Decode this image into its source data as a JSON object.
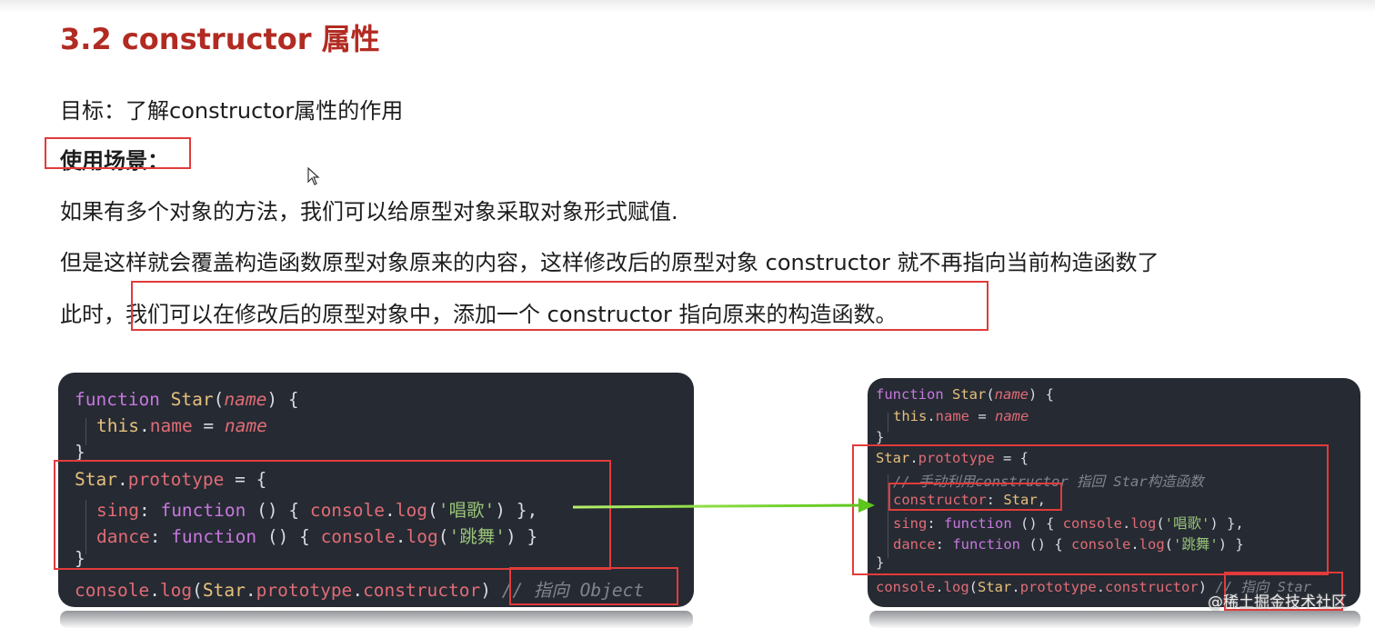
{
  "title": "3.2 constructor 属性",
  "goal": "目标：了解constructor属性的作用",
  "scene_label": "使用场景：",
  "para1": "如果有多个对象的方法，我们可以给原型对象采取对象形式赋值.",
  "para2": "但是这样就会覆盖构造函数原型对象原来的内容，这样修改后的原型对象 constructor  就不再指向当前构造函数了",
  "para3_prefix": "此时，",
  "para3_highlight": "我们可以在修改后的原型对象中，添加一个 constructor 指向原来的构造函数。",
  "code_left": {
    "l1_kw": "function",
    "l1_fn": "Star",
    "l1_param": "name",
    "l2_this": "this",
    "l2_prop": "name",
    "l2_val": "name",
    "l4_obj": "Star",
    "l4_prop": "prototype",
    "l5_key": "sing",
    "l5_kw": "function",
    "l5_console": "console",
    "l5_log": "log",
    "l5_str": "'唱歌'",
    "l6_key": "dance",
    "l6_kw": "function",
    "l6_console": "console",
    "l6_log": "log",
    "l6_str": "'跳舞'",
    "l8_console": "console",
    "l8_log": "log",
    "l8_star": "Star",
    "l8_proto": "prototype",
    "l8_ctor": "constructor",
    "l8_comment": "// 指向 Object"
  },
  "code_right": {
    "l1_kw": "function",
    "l1_fn": "Star",
    "l1_param": "name",
    "l2_this": "this",
    "l2_prop": "name",
    "l2_val": "name",
    "l4_obj": "Star",
    "l4_prop": "prototype",
    "l5_comment": "// 手动利用constructor 指回 Star构造函数",
    "l6_key": "constructor",
    "l6_val": "Star",
    "l7_key": "sing",
    "l7_kw": "function",
    "l7_console": "console",
    "l7_log": "log",
    "l7_str": "'唱歌'",
    "l8_key": "dance",
    "l8_kw": "function",
    "l8_console": "console",
    "l8_log": "log",
    "l8_str": "'跳舞'",
    "l10_console": "console",
    "l10_log": "log",
    "l10_star": "Star",
    "l10_proto": "prototype",
    "l10_ctor": "constructor",
    "l10_comment": "// 指向 Star"
  },
  "watermark": "@稀土掘金技术社区",
  "colors": {
    "title": "#b22b22",
    "highlight_box": "#e23b3b",
    "arrow": "#7ed321",
    "code_bg": "#262a33"
  }
}
